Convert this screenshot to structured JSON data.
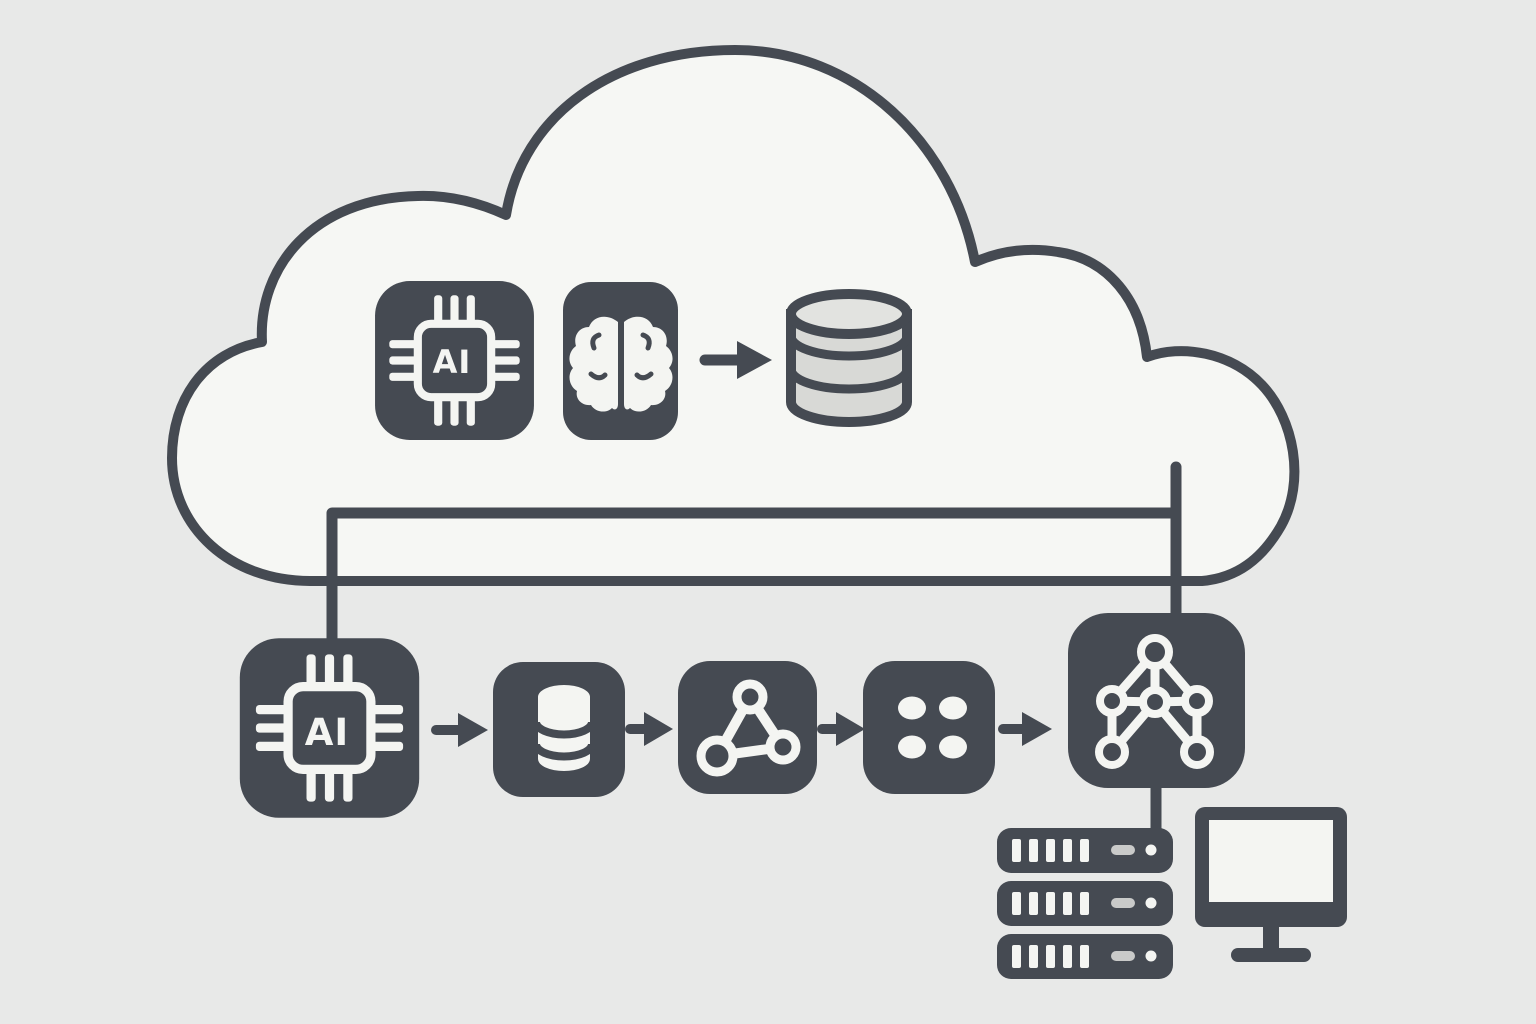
{
  "colors": {
    "background": "#e8e9e8",
    "cloud_fill": "#f6f7f4",
    "outline_dark": "#454a52",
    "glyph_white": "#f4f5f2",
    "cylinder_gray": "#d8d9d6",
    "cylinder_top_gray": "#e2e3e0",
    "server_pill_gray": "#c9cac9"
  },
  "cloud": {
    "description": "cloud outline containing AI processing icons",
    "icons": [
      {
        "id": "cloud-ai-chip",
        "name": "ai-chip-icon",
        "label": "AI"
      },
      {
        "id": "cloud-brain",
        "name": "brain-icon"
      },
      {
        "id": "cloud-database",
        "name": "database-icon"
      }
    ],
    "flow": [
      {
        "from": "brain",
        "to": "database"
      }
    ]
  },
  "pipeline": {
    "description": "edge processing pipeline connected to the cloud by right-angle lines",
    "nodes": [
      {
        "id": "edge-ai-chip",
        "name": "ai-chip-icon",
        "label": "AI"
      },
      {
        "id": "edge-database",
        "name": "database-icon"
      },
      {
        "id": "edge-network",
        "name": "network-nodes-icon"
      },
      {
        "id": "edge-grid",
        "name": "grid-dots-icon"
      },
      {
        "id": "edge-neural-network",
        "name": "neural-network-icon"
      }
    ],
    "arrows": 4
  },
  "hardware": {
    "server_rack": {
      "units": 3,
      "slots_per_unit": 5
    },
    "monitor": {
      "name": "desktop-monitor-icon"
    }
  }
}
